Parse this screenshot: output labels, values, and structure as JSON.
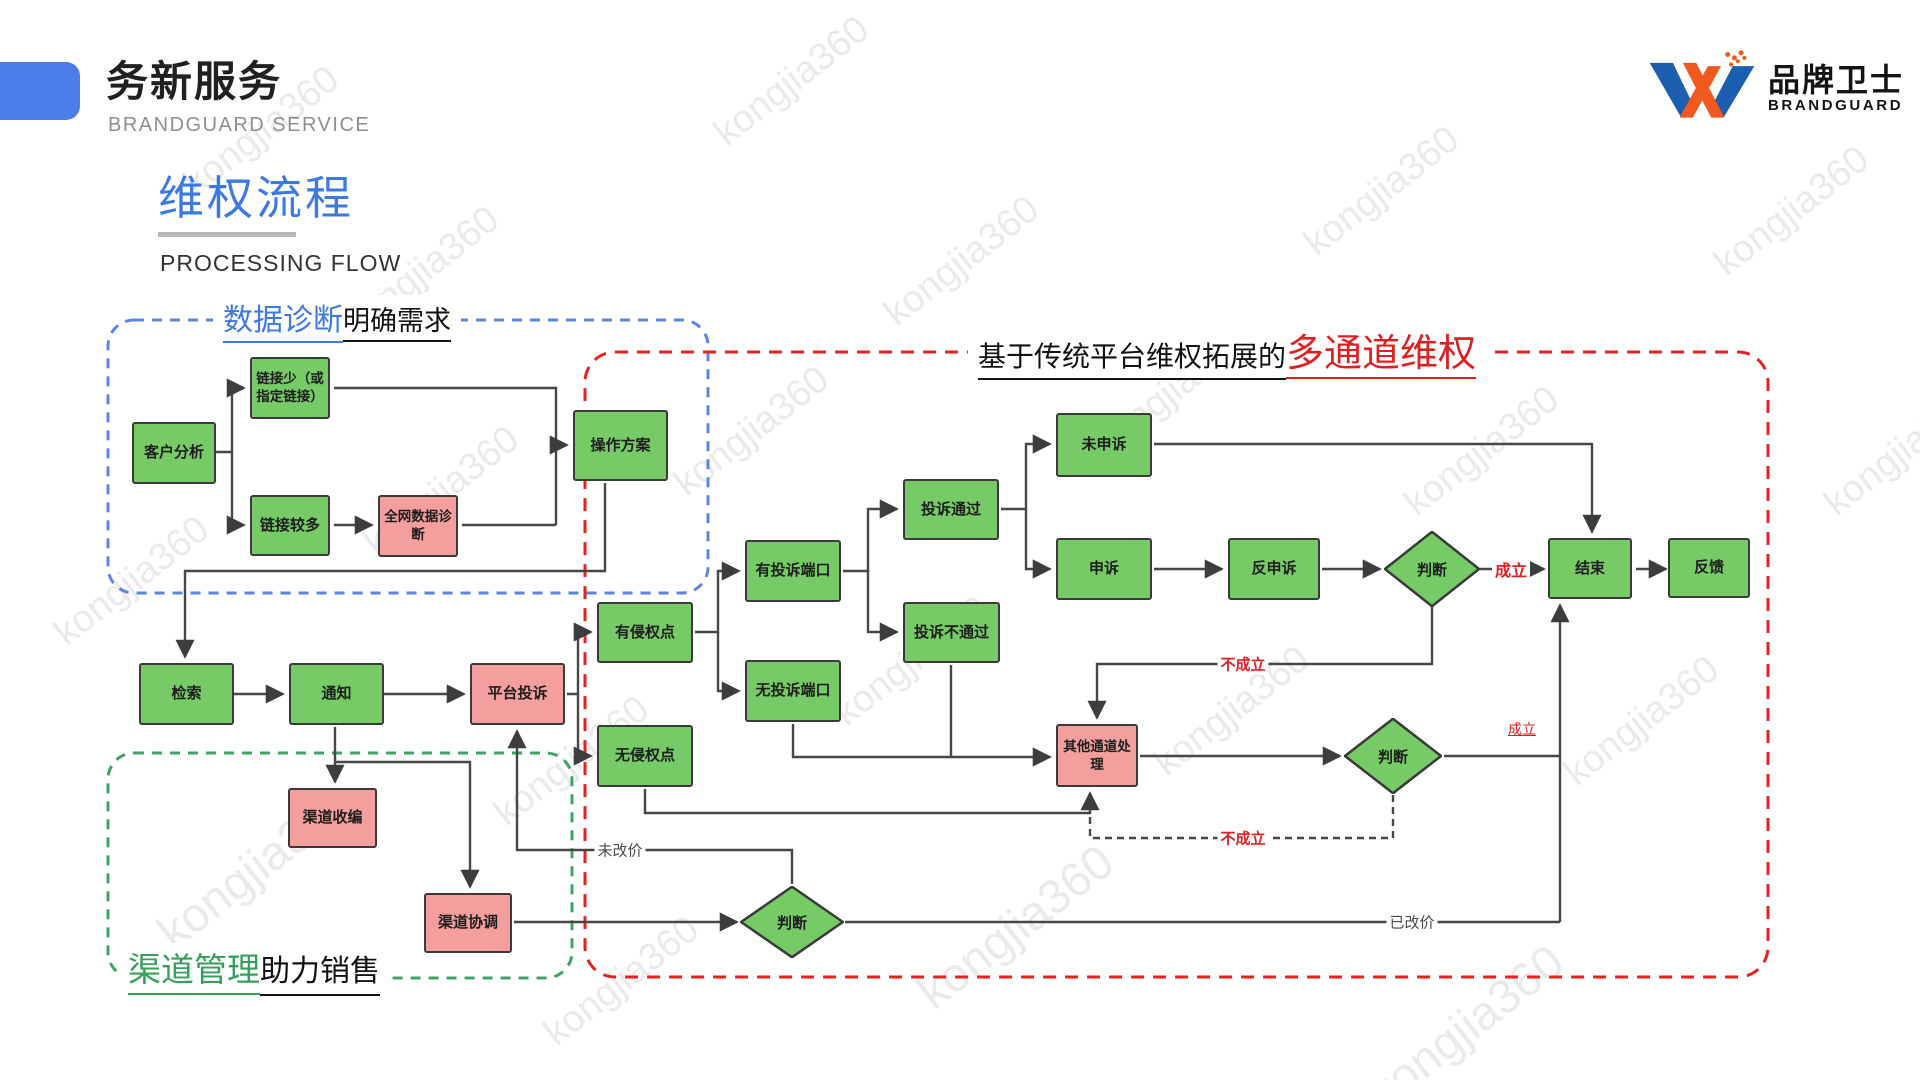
{
  "header": {
    "title": "务新服务",
    "subtitle": "BRANDGUARD SERVICE",
    "accent_color": "#4b7ee9"
  },
  "logo": {
    "brand_cn": "品牌卫士",
    "brand_en": "BRANDGUARD",
    "blue": "#1b5fae",
    "orange": "#f05a1e"
  },
  "title": {
    "cn": "维权流程",
    "en": "PROCESSING FLOW",
    "color": "#3c79e6"
  },
  "groups": {
    "blue": {
      "label_primary": "数据诊断",
      "label_secondary": "明确需求",
      "color": "#5c86e3"
    },
    "red": {
      "label_primary": "基于传统平台维权拓展的",
      "label_secondary": "多通道维权",
      "color": "#e42222"
    },
    "green": {
      "label_primary": "渠道管理",
      "label_secondary": "助力销售",
      "color": "#3fa364"
    }
  },
  "colors": {
    "node_green": "#77cb66",
    "node_pink": "#f49e9e",
    "node_border": "#3a3a3a",
    "line": "#474747",
    "label_red": "#e02020",
    "title_blue": "#3c79e6"
  },
  "nodes": {
    "kehu": {
      "label": "客户分析"
    },
    "lianjieshao": {
      "label": "链接少（或指定链接）"
    },
    "lianjieduo": {
      "label": "链接较多"
    },
    "quanwang": {
      "label": "全网数据诊断"
    },
    "caozuo": {
      "label": "操作方案"
    },
    "jiansuo": {
      "label": "检索"
    },
    "tongzhi": {
      "label": "通知"
    },
    "pingtai": {
      "label": "平台投诉"
    },
    "youqinquan": {
      "label": "有侵权点"
    },
    "wuqinquan": {
      "label": "无侵权点"
    },
    "youtousu": {
      "label": "有投诉端口"
    },
    "wutousu": {
      "label": "无投诉端口"
    },
    "tousutongguo": {
      "label": "投诉通过"
    },
    "tousubutongguo": {
      "label": "投诉不通过"
    },
    "weishensu": {
      "label": "未申诉"
    },
    "shensu": {
      "label": "申诉"
    },
    "fanshensu": {
      "label": "反申诉"
    },
    "panduan1": {
      "label": "判断"
    },
    "jieshu": {
      "label": "结束"
    },
    "fankui": {
      "label": "反馈"
    },
    "qita": {
      "label": "其他通道处理"
    },
    "panduan2": {
      "label": "判断"
    },
    "shoubian": {
      "label": "渠道收编"
    },
    "xietiao": {
      "label": "渠道协调"
    },
    "panduan3": {
      "label": "判断"
    }
  },
  "edge_labels": {
    "chengli1": "成立",
    "buchengli1": "不成立",
    "chengli2": "成立",
    "buchengli2": "不成立",
    "weigaijia": "未改价",
    "yigaijia": "已改价"
  },
  "watermark": {
    "text": "kongjia360"
  }
}
